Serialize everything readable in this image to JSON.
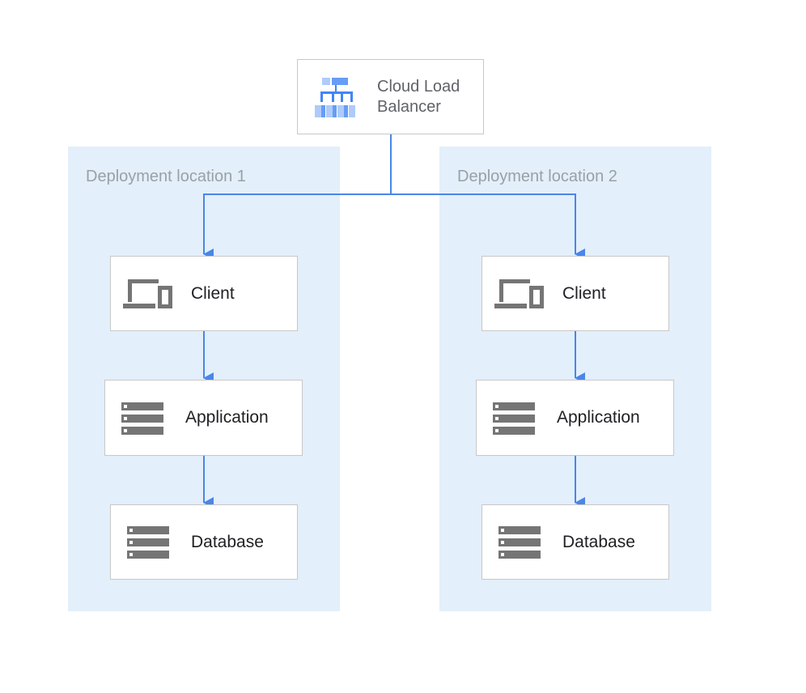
{
  "diagram": {
    "load_balancer": {
      "line1": "Cloud Load",
      "line2": "Balancer",
      "icon": "load-balancer-icon"
    },
    "locations": [
      {
        "title": "Deployment location 1",
        "nodes": [
          {
            "label": "Client",
            "icon": "devices-icon"
          },
          {
            "label": "Application",
            "icon": "server-stack-icon"
          },
          {
            "label": "Database",
            "icon": "database-stack-icon"
          }
        ]
      },
      {
        "title": "Deployment location 2",
        "nodes": [
          {
            "label": "Client",
            "icon": "devices-icon"
          },
          {
            "label": "Application",
            "icon": "server-stack-icon"
          },
          {
            "label": "Database",
            "icon": "database-stack-icon"
          }
        ]
      }
    ],
    "colors": {
      "zone_fill": "#e3effa",
      "arrow": "#4a86e8",
      "icon_gray": "#757575",
      "lb_blue": "#8ab4f8"
    }
  }
}
